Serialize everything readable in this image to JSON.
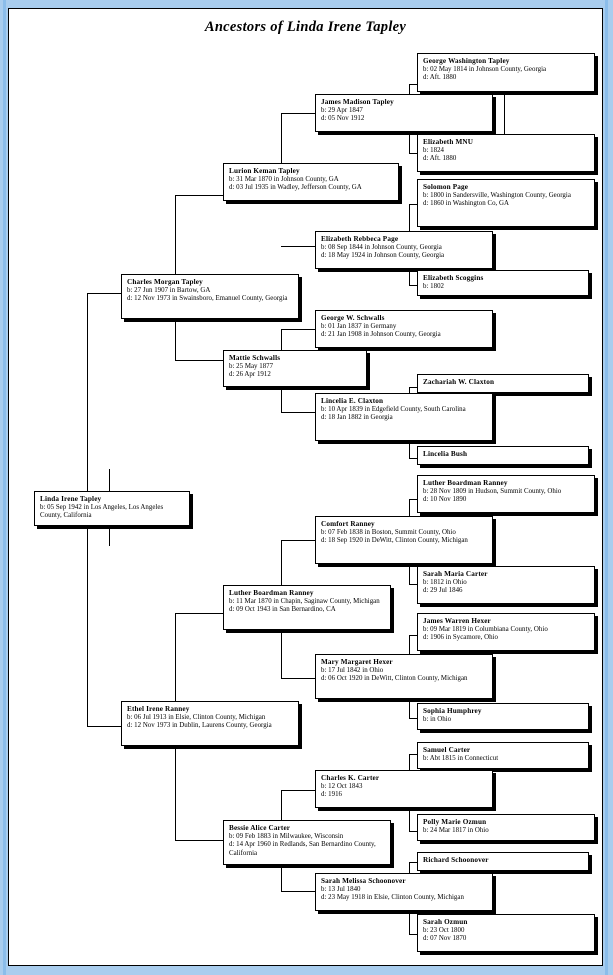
{
  "title": "Ancestors of Linda Irene Tapley",
  "colors": {
    "page_background": "#ffffff",
    "frame": "#a9cdee",
    "frame_stripe": "#8bbdea",
    "box_border": "#000000",
    "box_fill": "#ffffff",
    "connector": "#000000"
  },
  "nodes": [
    {
      "id": "george-washington-tapley",
      "name": "George Washington Tapley",
      "lines": [
        "b: 02 May 1814 in Johnson County, Georgia",
        "d: Aft. 1880"
      ]
    },
    {
      "id": "james-madison-tapley",
      "name": "James Madison Tapley",
      "lines": [
        "b: 29 Apr 1847",
        "d: 05 Nov 1912"
      ]
    },
    {
      "id": "elizabeth-mnu",
      "name": "Elizabeth MNU",
      "lines": [
        "b: 1824",
        "d: Aft. 1880"
      ]
    },
    {
      "id": "lurion-keman-tapley",
      "name": "Lurion Keman Tapley",
      "lines": [
        "b: 31 Mar 1870 in Johnson County, GA",
        "d: 03 Jul 1935 in Wadley, Jefferson County, GA"
      ]
    },
    {
      "id": "solomon-page",
      "name": "Solomon Page",
      "lines": [
        "b: 1800 in Sandersville, Washington County, Georgia",
        "d: 1860 in Washington Co, GA"
      ]
    },
    {
      "id": "elizabeth-rebbeca-page",
      "name": "Elizabeth Rebbeca Page",
      "lines": [
        "b: 08 Sep 1844 in Johnson County, Georgia",
        "d: 18 May 1924 in Johnson County, Georgia"
      ]
    },
    {
      "id": "elizabeth-scoggins",
      "name": "Elizabeth Scoggins",
      "lines": [
        "b: 1802"
      ]
    },
    {
      "id": "charles-morgan-tapley",
      "name": "Charles Morgan Tapley",
      "lines": [
        "b: 27 Jun 1907 in Bartow, GA",
        "d: 12 Nov 1973 in Swainsboro, Emanuel County, Georgia"
      ]
    },
    {
      "id": "george-w-schwalls",
      "name": "George W. Schwalls",
      "lines": [
        "b: 01 Jan 1837 in Germany",
        "d: 21 Jan 1908 in Johnson County, Georgia"
      ]
    },
    {
      "id": "mattie-schwalls",
      "name": "Mattie Schwalls",
      "lines": [
        "b: 25 May 1877",
        "d: 26 Apr 1912"
      ]
    },
    {
      "id": "zachariah-w-claxton",
      "name": "Zachariah W. Claxton",
      "lines": []
    },
    {
      "id": "lincelia-e-claxton",
      "name": "Lincelia E. Claxton",
      "lines": [
        "b: 10 Apr 1839 in Edgefield County, South Carolina",
        "d: 18 Jan 1882 in Georgia"
      ]
    },
    {
      "id": "lincelia-bush",
      "name": "Lincelia Bush",
      "lines": []
    },
    {
      "id": "linda-irene-tapley",
      "name": "Linda Irene Tapley",
      "lines": [
        "b: 05 Sep 1942 in Los Angeles, Los Angeles County, California"
      ]
    },
    {
      "id": "luther-boardman-ranney-1809",
      "name": "Luther Boardman Ranney",
      "lines": [
        "b: 28 Nov 1809 in Hudson, Summit County, Ohio",
        "d: 10 Nov 1890"
      ]
    },
    {
      "id": "comfort-ranney",
      "name": "Comfort Ranney",
      "lines": [
        "b: 07 Feb 1838 in Boston, Summit County, Ohio",
        "d: 18 Sep 1920 in DeWitt, Clinton County, Michigan"
      ]
    },
    {
      "id": "sarah-maria-carter",
      "name": "Sarah Maria Carter",
      "lines": [
        "b: 1812 in Ohio",
        "d: 29 Jul 1846"
      ]
    },
    {
      "id": "luther-boardman-ranney-1870",
      "name": "Luther Boardman Ranney",
      "lines": [
        "b: 11 Mar 1870 in Chapin, Saginaw County, Michigan",
        "d: 09 Oct 1943 in San Bernardino, CA"
      ]
    },
    {
      "id": "james-warren-hexer",
      "name": "James Warren Hexer",
      "lines": [
        "b: 09 Mar 1819 in Columbiana County, Ohio",
        "d: 1906 in Sycamore, Ohio"
      ]
    },
    {
      "id": "mary-margaret-hexer",
      "name": "Mary Margaret Hexer",
      "lines": [
        "b: 17 Jul 1842 in Ohio",
        "d: 06 Oct 1920 in DeWitt, Clinton County, Michigan"
      ]
    },
    {
      "id": "sophia-humphrey",
      "name": "Sophia Humphrey",
      "lines": [
        "b: in Ohio"
      ]
    },
    {
      "id": "ethel-irene-ranney",
      "name": "Ethel Irene Ranney",
      "lines": [
        "b: 06 Jul 1913 in Elsie, Clinton County, Michigan",
        "d: 12 Nov 1973 in Dublin, Laurens County, Georgia"
      ]
    },
    {
      "id": "samuel-carter",
      "name": "Samuel Carter",
      "lines": [
        "b: Abt 1815 in Connecticut"
      ]
    },
    {
      "id": "charles-k-carter",
      "name": "Charles K. Carter",
      "lines": [
        "b: 12 Oct 1843",
        "d: 1916"
      ]
    },
    {
      "id": "polly-marie-ozmun",
      "name": "Polly Marie Ozmun",
      "lines": [
        "b: 24 Mar 1817 in Ohio"
      ]
    },
    {
      "id": "bessie-alice-carter",
      "name": "Bessie Alice Carter",
      "lines": [
        "b: 09 Feb 1883 in Milwaukee, Wisconsin",
        "d: 14 Apr 1960 in Redlands, San Bernardino County, California"
      ]
    },
    {
      "id": "richard-schoonover",
      "name": "Richard Schoonover",
      "lines": []
    },
    {
      "id": "sarah-melissa-schoonover",
      "name": "Sarah Melissa Schoonover",
      "lines": [
        "b: 13 Jul 1840",
        "d: 23 May 1918 in Elsie, Clinton County, Michigan"
      ]
    },
    {
      "id": "sarah-ozmun",
      "name": "Sarah Ozmun",
      "lines": [
        "b: 23 Oct 1800",
        "d: 07 Nov 1870"
      ]
    }
  ]
}
